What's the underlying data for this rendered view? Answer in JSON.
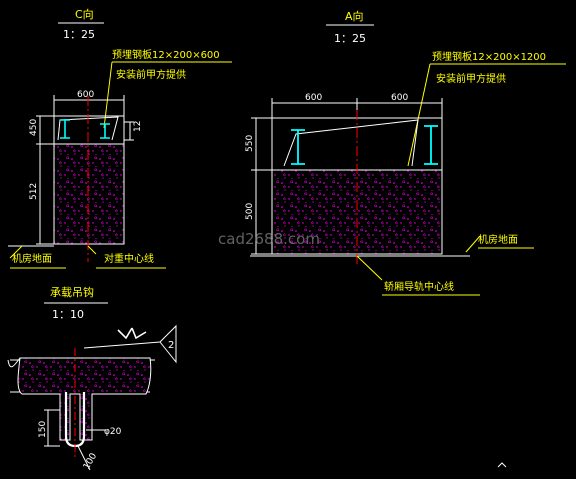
{
  "views": {
    "view_c": {
      "title": "C向",
      "scale": "1：25"
    },
    "view_a": {
      "title": "A向",
      "scale": "1：25"
    },
    "hook": {
      "title": "承载吊钩",
      "scale": "1：10"
    }
  },
  "labels": {
    "plate_small": "预埋钢板12×200×600",
    "plate_large": "预埋钢板12×200×1200",
    "supply_c": "安装前甲方提供",
    "supply_a": "安装前甲方提供",
    "floor_c": "机房地面",
    "floor_a": "机房地面",
    "counterweight_line": "对重中心线",
    "car_rail_line": "轿厢导轨中心线",
    "hook_mark": "2",
    "dia": "φ20"
  },
  "dimensions": {
    "c_width": "600",
    "c_top": "450",
    "c_12": "12",
    "c_512": "512",
    "a_left": "600",
    "a_right": "600",
    "a_550": "550",
    "a_500": "500",
    "hook_150": "150",
    "hook_100": "100"
  },
  "watermark": "cad2688.com",
  "colors": {
    "yellow": "#ffff00",
    "white": "#ffffff",
    "green": "#00ff00",
    "cyan": "#00ffff",
    "red": "#ff0000",
    "magenta": "#ff00ff"
  }
}
